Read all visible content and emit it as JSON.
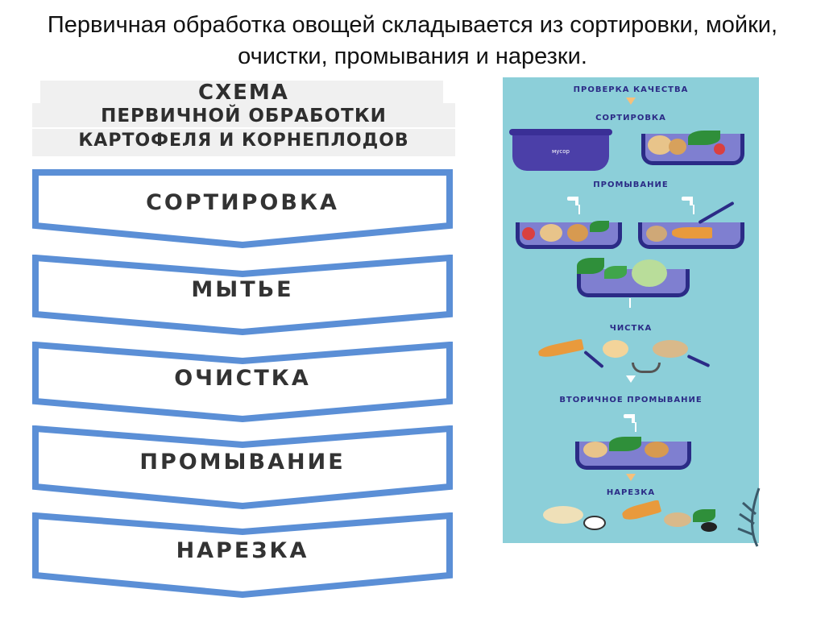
{
  "slide": {
    "title": "Первичная обработка овощей складывается из сортировки, мойки, очистки, промывания и нарезки."
  },
  "scheme": {
    "heading": [
      "СХЕМА",
      "ПЕРВИЧНОЙ ОБРАБОТКИ",
      "КАРТОФЕЛЯ И КОРНЕПЛОДОВ"
    ],
    "steps": [
      "СОРТИРОВКА",
      "МЫТЬЕ",
      "ОЧИСТКА",
      "ПРОМЫВАНИЕ",
      "НАРЕЗКА"
    ],
    "colors": {
      "chevron_border": "#5b8fd6",
      "chevron_fill": "#ffffff",
      "text": "#333333"
    }
  },
  "poster": {
    "labels": [
      "ПРОВЕРКА КАЧЕСТВА",
      "СОРТИРОВКА",
      "ПРОМЫВАНИЕ",
      "ЧИСТКА",
      "ВТОРИЧНОЕ ПРОМЫВАНИЕ",
      "НАРЕЗКА"
    ],
    "pot_label": "мусор",
    "colors": {
      "background": "#8ccfd9",
      "bowl": "#2b2b86",
      "arrow": "#f6c07a"
    }
  }
}
